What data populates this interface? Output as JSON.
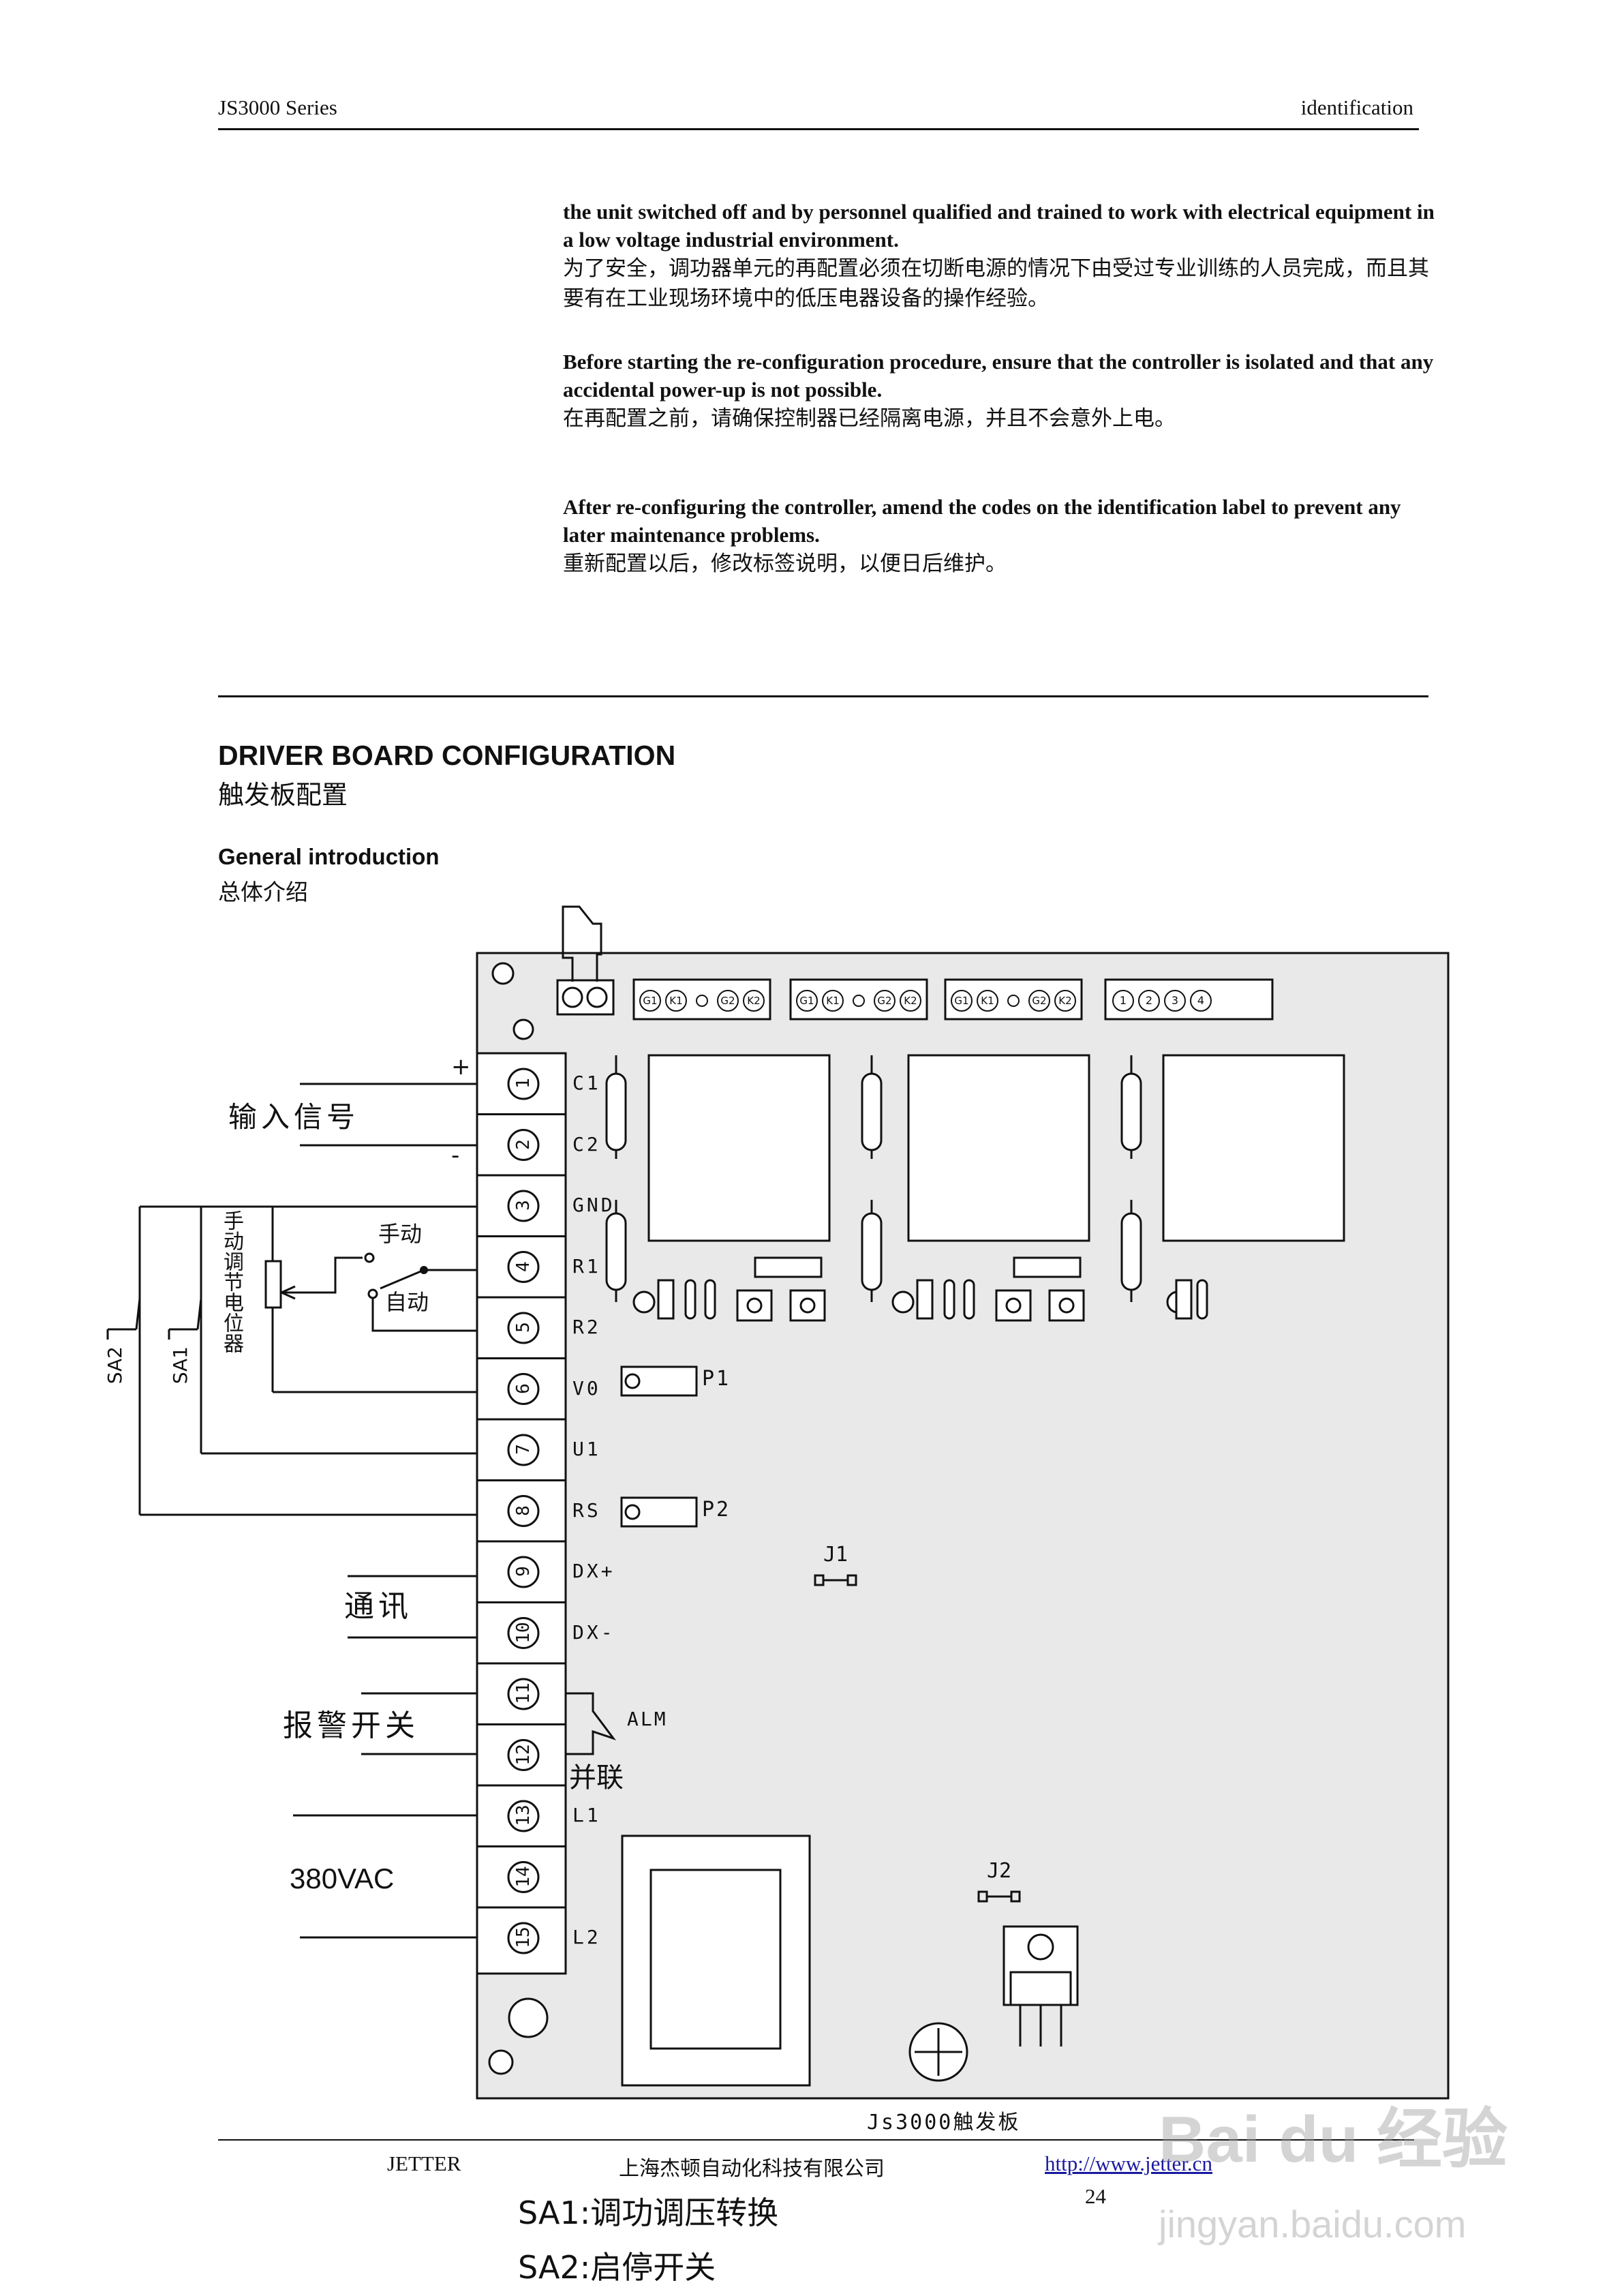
{
  "header": {
    "left": "JS3000 Series",
    "right": "identification"
  },
  "paragraphs": [
    {
      "en": "the unit switched off and by personnel qualified and trained to work with electrical equipment in a low voltage industrial environment.",
      "zh": "为了安全，调功器单元的再配置必须在切断电源的情况下由受过专业训练的人员完成，而且其要有在工业现场环境中的低压电器设备的操作经验。"
    },
    {
      "en": "Before starting the re-configuration procedure, ensure that the controller is isolated and that any accidental power-up is not possible.",
      "zh": "在再配置之前，请确保控制器已经隔离电源，并且不会意外上电。"
    },
    {
      "en": "After re-configuring the controller, amend the codes on the identification label to prevent any later maintenance problems.",
      "zh": "重新配置以后，修改标签说明，以便日后维护。"
    }
  ],
  "section": {
    "title": "DRIVER BOARD CONFIGURATION",
    "title_zh": "触发板配置"
  },
  "subsection": {
    "title": "General introduction",
    "title_zh": "总体介绍"
  },
  "diagram": {
    "terminals": [
      {
        "num": "1",
        "label": "C1"
      },
      {
        "num": "2",
        "label": "C2"
      },
      {
        "num": "3",
        "label": "GND"
      },
      {
        "num": "4",
        "label": "R1"
      },
      {
        "num": "5",
        "label": "R2"
      },
      {
        "num": "6",
        "label": "V0"
      },
      {
        "num": "7",
        "label": "U1"
      },
      {
        "num": "8",
        "label": "RS"
      },
      {
        "num": "9",
        "label": "DX+"
      },
      {
        "num": "10",
        "label": "DX-"
      },
      {
        "num": "11",
        "label": ""
      },
      {
        "num": "12",
        "label": ""
      },
      {
        "num": "13",
        "label": "L1"
      },
      {
        "num": "14",
        "label": ""
      },
      {
        "num": "15",
        "label": "L2"
      }
    ],
    "input_signal": "输入信号",
    "plus": "+",
    "minus": "-",
    "manual": "手动",
    "auto": "自动",
    "pot_label": "手动调节电位器",
    "sa1": "SA1",
    "sa2": "SA2",
    "comm": "通讯",
    "alarm": "报警开关",
    "alm": "ALM",
    "parallel": "并联",
    "power": "380VAC",
    "p1": "P1",
    "p2": "P2",
    "j1": "J1",
    "j2": "J2",
    "connector_pins": [
      "G1",
      "K1",
      "",
      "G2",
      "K2"
    ],
    "conn4_pins": [
      "1",
      "2",
      "3",
      "4"
    ],
    "board_caption": "Js3000触发板"
  },
  "footer": {
    "company": "JETTER",
    "company_zh": "上海杰顿自动化科技有限公司",
    "url": "http://www.jetter.cn",
    "page": "24"
  },
  "legend": {
    "sa1": "SA1:调功调压转换",
    "sa2": "SA2:启停开关"
  },
  "watermark": {
    "logo": "Bai du 经验",
    "url": "jingyan.baidu.com"
  }
}
